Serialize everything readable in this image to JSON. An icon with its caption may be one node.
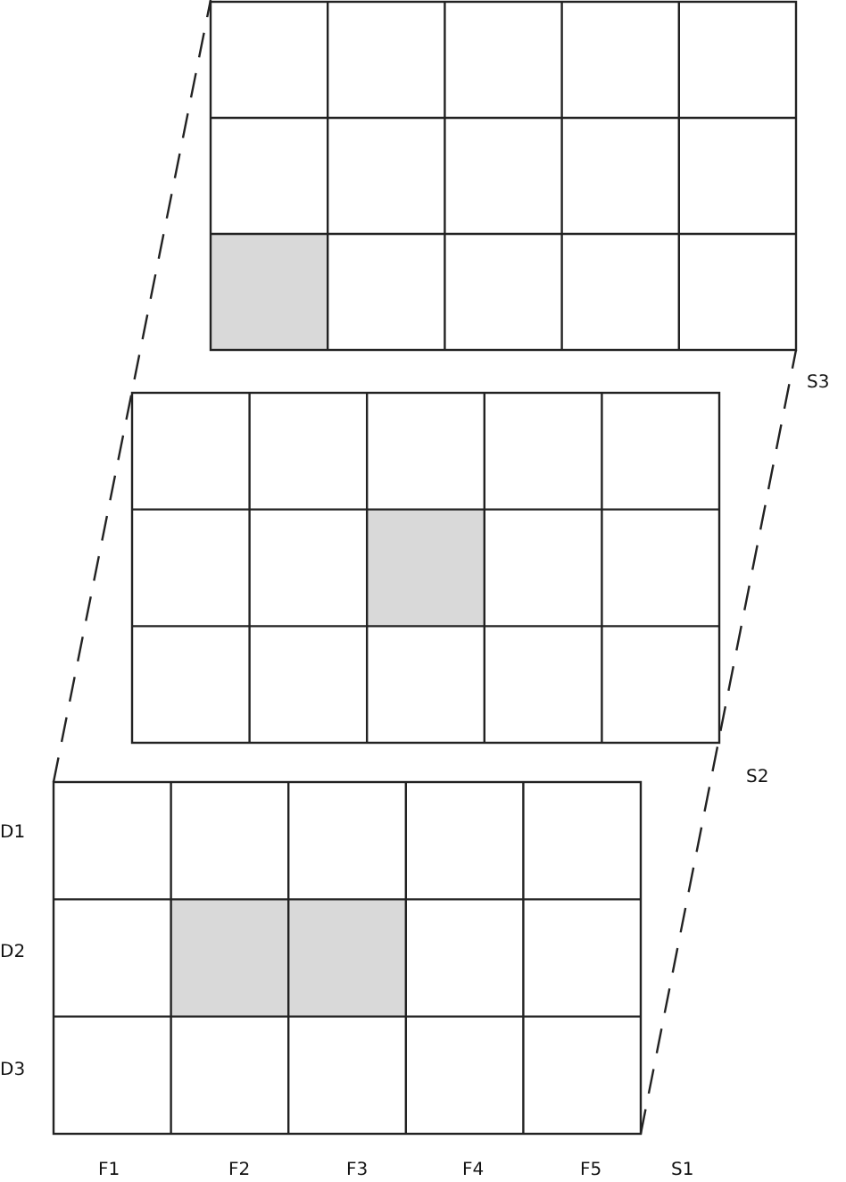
{
  "diagram": {
    "labels": [
      "S3",
      "S2",
      "D1",
      "D2",
      "D3",
      "F1",
      "F2",
      "F3",
      "F4",
      "F5",
      "S1"
    ]
  }
}
